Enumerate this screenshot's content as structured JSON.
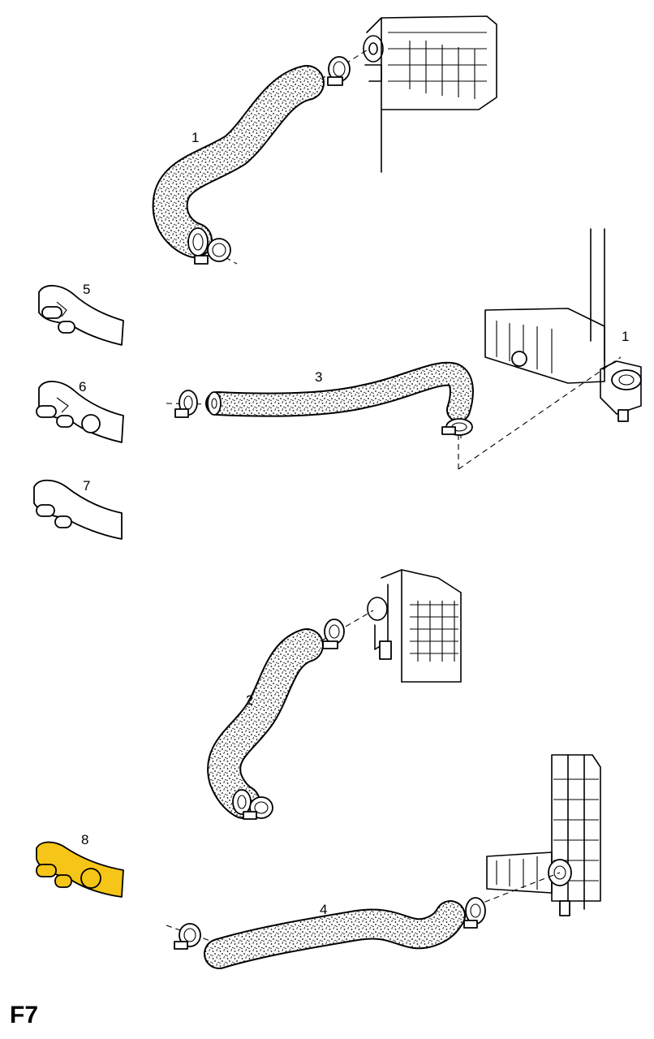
{
  "figure_code": "F7",
  "highlight_color": "#F5C518",
  "callouts": [
    {
      "id": "hose-1",
      "label": "1"
    },
    {
      "id": "hose-2",
      "label": "2"
    },
    {
      "id": "hose-3",
      "label": "3"
    },
    {
      "id": "hose-4",
      "label": "4"
    },
    {
      "id": "pipe-5",
      "label": "5"
    },
    {
      "id": "pipe-6",
      "label": "6"
    },
    {
      "id": "pipe-7",
      "label": "7"
    },
    {
      "id": "pipe-8",
      "label": "8",
      "highlighted": true
    },
    {
      "id": "detail-ref-1",
      "label": "1"
    }
  ]
}
